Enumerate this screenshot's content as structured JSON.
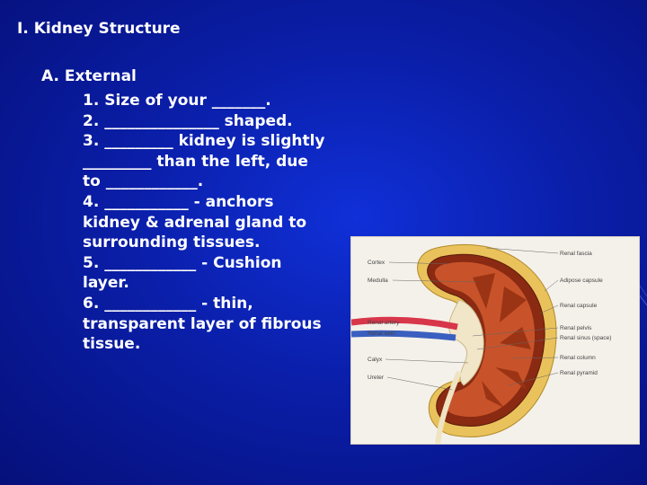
{
  "slide": {
    "title": "I. Kidney Structure",
    "section": "A. External",
    "items": [
      "1. Size of your _______.",
      "2. _______________ shaped.",
      "3. _________ kidney is slightly",
      "_________ than the left, due",
      "to ____________.",
      "4. ___________ - anchors",
      "kidney & adrenal gland to",
      "surrounding tissues.",
      "5. ____________ - Cushion",
      "layer.",
      "6. ____________ - thin,",
      "transparent layer of fibrous",
      "tissue."
    ]
  },
  "figure": {
    "left_labels": [
      "Cortex",
      "Medulla",
      "Renal artery",
      "Renal vein",
      "Calyx",
      "Ureter"
    ],
    "right_labels": [
      "Renal fascia",
      "Adipose capsule",
      "Renal capsule",
      "Renal pelvis",
      "Renal sinus (space)",
      "Renal column",
      "Renal pyramid"
    ]
  },
  "colors": {
    "background": "#0a1ea8",
    "text": "#ffffff"
  }
}
